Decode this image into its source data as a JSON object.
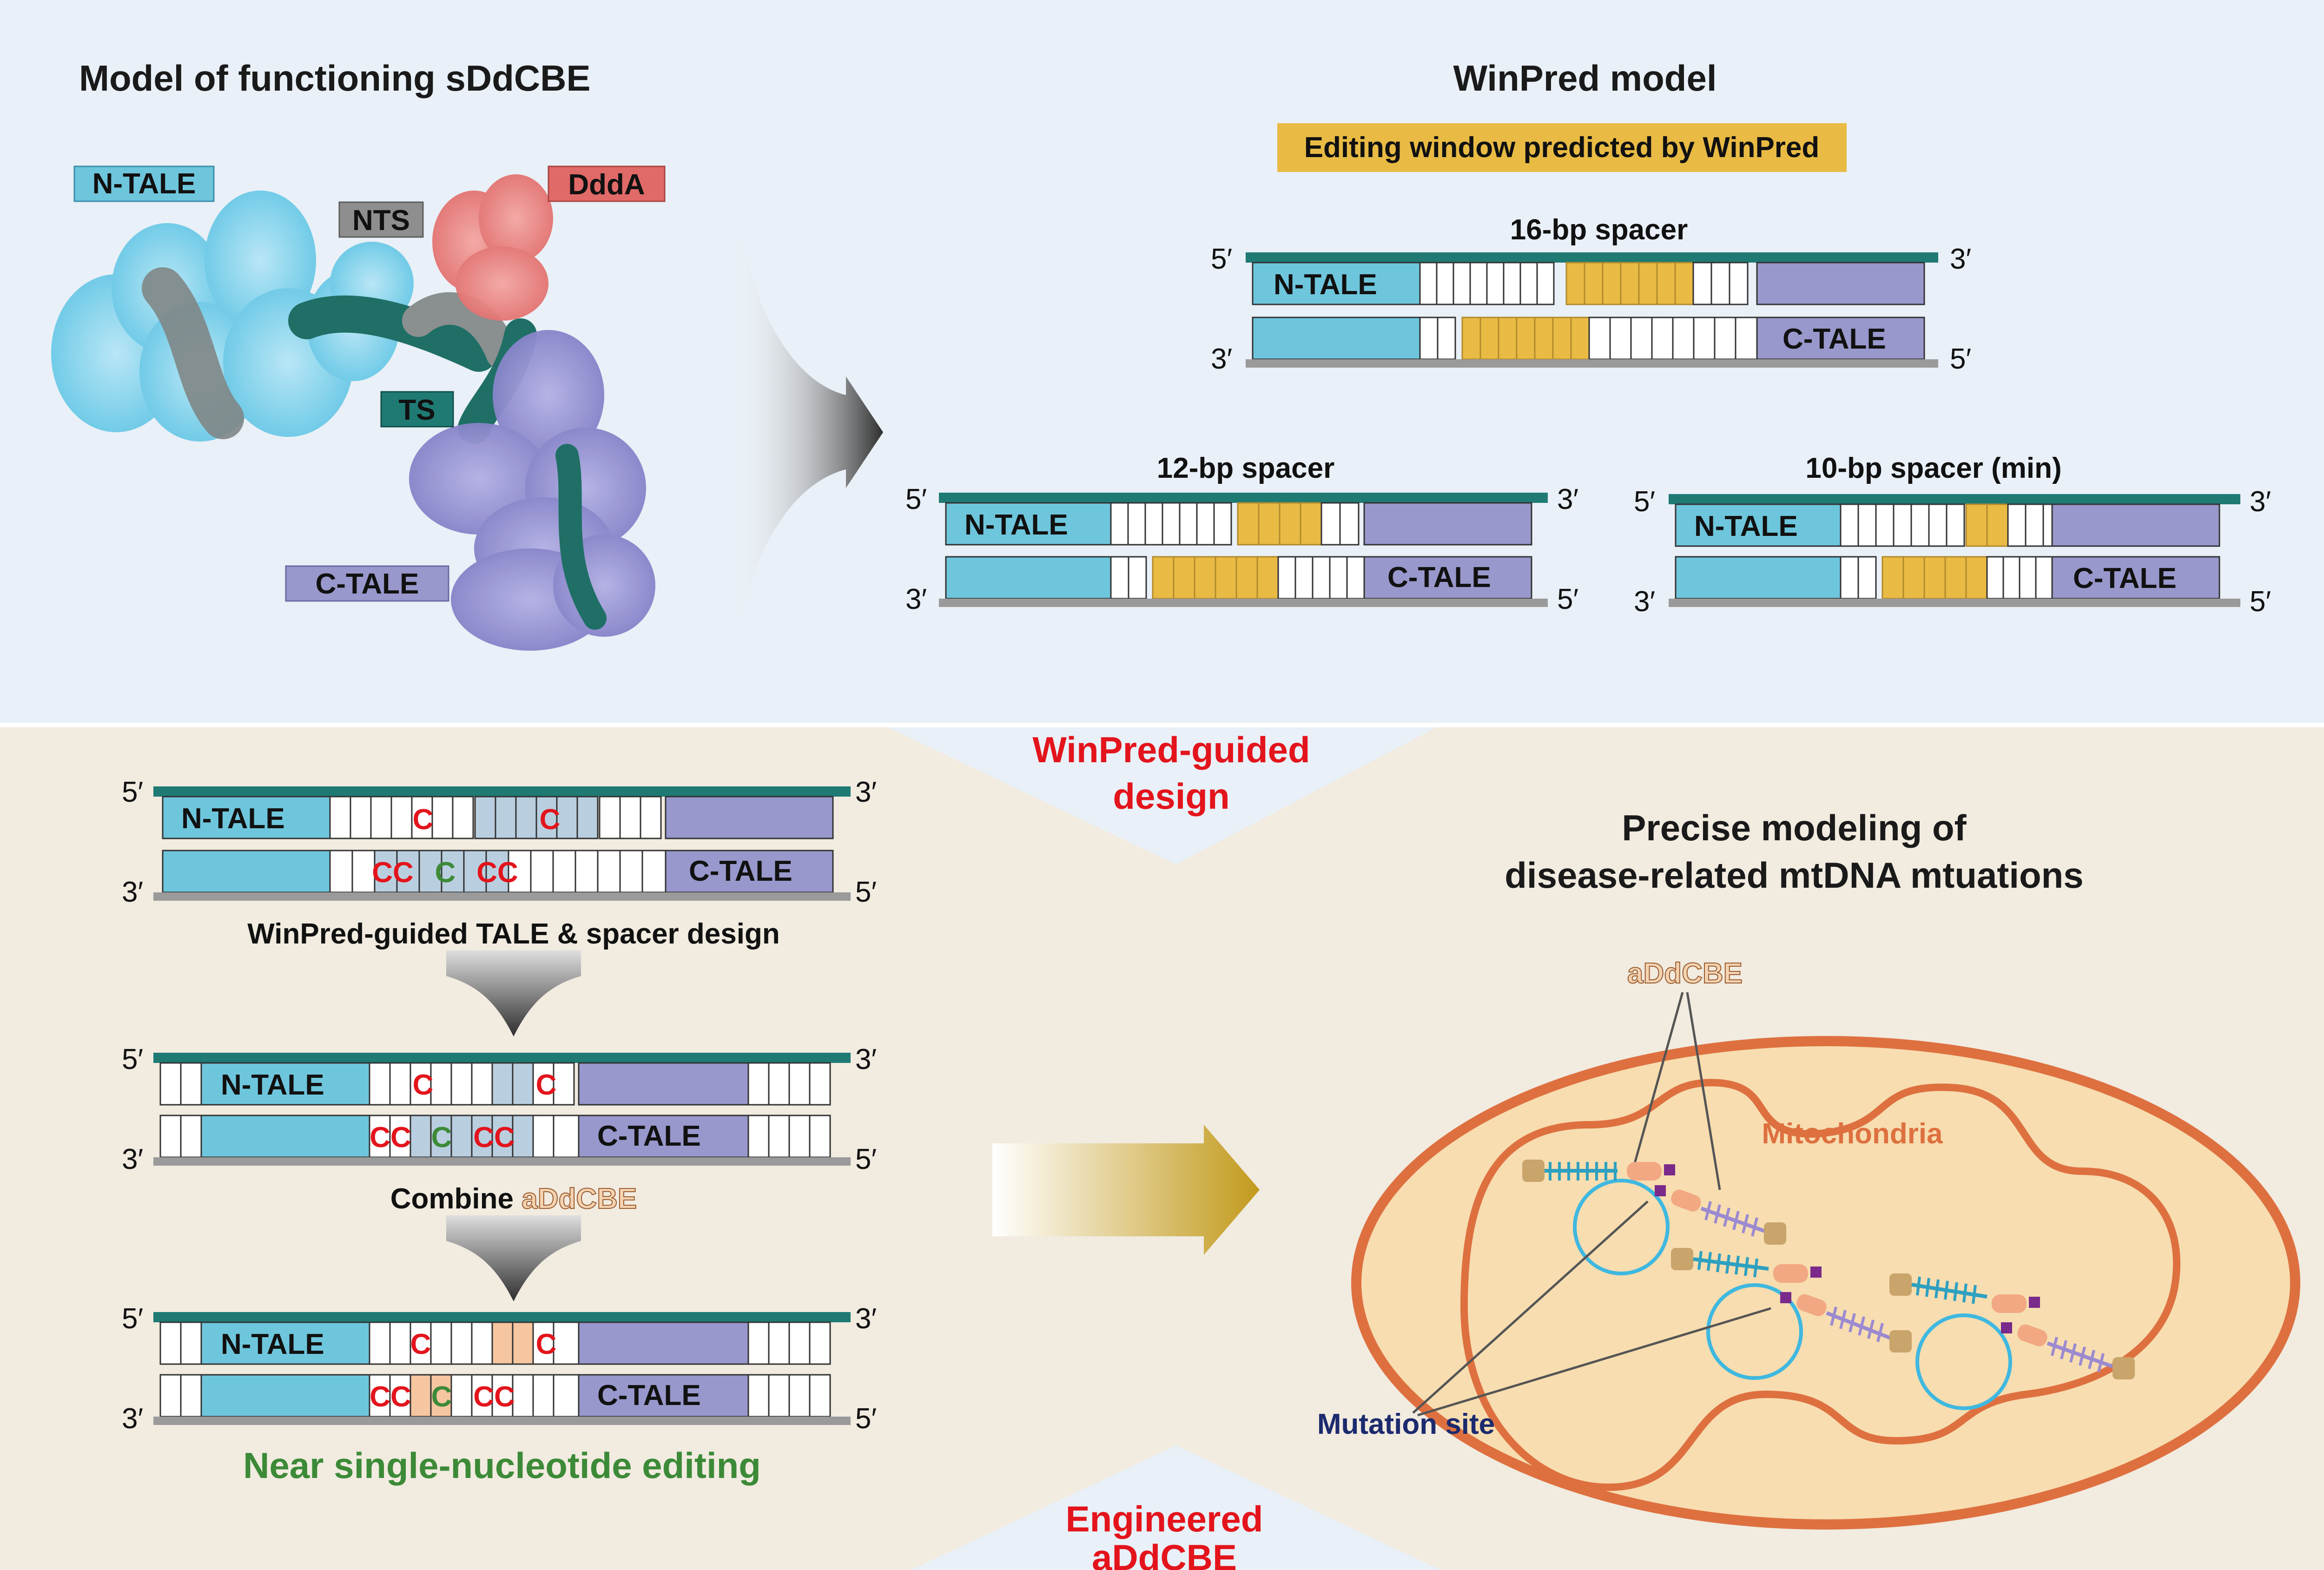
{
  "top_left": {
    "title": "Model of functioning sDdCBE",
    "labels": {
      "n_tale": "N-TALE",
      "dddA": "DddA",
      "nts": "NTS",
      "ts": "TS",
      "c_tale": "C-TALE"
    }
  },
  "top_right": {
    "title": "WinPred model",
    "legend": "Editing window predicted by WinPred",
    "spacers": [
      {
        "title": "16-bp spacer"
      },
      {
        "title": "12-bp spacer"
      },
      {
        "title": "10-bp spacer (min)"
      }
    ]
  },
  "strand_labels": {
    "five": "5′",
    "three": "3′",
    "n_tale": "N-TALE",
    "c_tale": "C-TALE",
    "c": "C",
    "cc": "CC"
  },
  "connector_top": {
    "line1": "WinPred-guided",
    "line2": "design"
  },
  "bottom_left": {
    "step1": "WinPred-guided TALE & spacer design",
    "step2_prefix": "Combine",
    "step2_name": "aDdCBE",
    "result": "Near single-nucleotide editing"
  },
  "bottom_right": {
    "title_line1": "Precise modeling of",
    "title_line2": "disease-related mtDNA mtuations",
    "addcbe_label": "aDdCBE",
    "mito_label": "Mitochondria",
    "mutation_label": "Mutation site"
  },
  "connector_bottom": {
    "line1": "Engineered",
    "line2": "aDdCBE"
  },
  "colors": {
    "teal_strand": "#1f7a74",
    "gray_strand": "#9a9a9a",
    "tale_blue": "#6ec6dc",
    "ctale_purple": "#9898cc",
    "window_gold": "#e9bb44",
    "edit_peach": "#f5c6a0",
    "edit_blue": "#b9cfe0",
    "red_text": "#e3141c",
    "green_text": "#3c8a37",
    "mito_fill": "#f7ddb0",
    "mito_edge": "#de7040",
    "top_bg": "#e9f0f7",
    "bottom_bg": "#f1ebe0"
  }
}
